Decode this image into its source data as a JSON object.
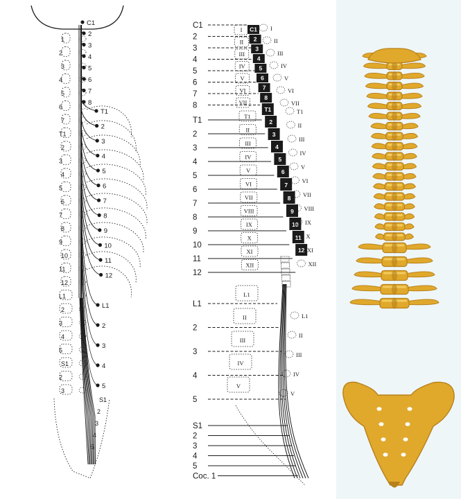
{
  "left_diagram": {
    "top_nerve": "C1",
    "cervical_nerves": [
      "2",
      "3",
      "4",
      "5",
      "6",
      "7",
      "8"
    ],
    "thoracic_nerves": [
      "T1",
      "2",
      "3",
      "4",
      "5",
      "6",
      "7",
      "8",
      "9",
      "10",
      "11",
      "12"
    ],
    "lumbar_nerves": [
      "L1",
      "2",
      "3",
      "4",
      "5"
    ],
    "sacral_nerves": [
      "S1",
      "2",
      "3",
      "4",
      "5"
    ],
    "left_vertebra_labels": [
      "1",
      "2",
      "3",
      "4",
      "5",
      "6",
      "7",
      "T1",
      "2",
      "3",
      "4",
      "5",
      "6",
      "7",
      "8",
      "9",
      "10",
      "11",
      "12",
      "L1",
      "2",
      "3",
      "4",
      "5",
      "S1",
      "2",
      "3"
    ]
  },
  "middle_diagram": {
    "nerve_labels": [
      "C1",
      "2",
      "3",
      "4",
      "5",
      "6",
      "7",
      "8",
      "T1",
      "2",
      "3",
      "4",
      "5",
      "6",
      "7",
      "8",
      "9",
      "10",
      "11",
      "12",
      "L1",
      "2",
      "3",
      "4",
      "5",
      "S1",
      "2",
      "3",
      "4",
      "5",
      "Coc. 1"
    ],
    "cord_segments": [
      "C1",
      "2",
      "3",
      "4",
      "5",
      "6",
      "7",
      "8",
      "T1",
      "2",
      "3",
      "4",
      "5",
      "6",
      "7",
      "8",
      "9",
      "10",
      "11",
      "12"
    ],
    "vertebral_bodies": [
      "I",
      "II",
      "III",
      "IV",
      "V",
      "VI",
      "VII",
      "T1",
      "II",
      "III",
      "IV",
      "V",
      "VI",
      "VII",
      "VIII",
      "IX",
      "X",
      "XI",
      "XII",
      "L1",
      "II",
      "III",
      "IV",
      "V"
    ],
    "spinous_processes": [
      "I",
      "II",
      "III",
      "IV",
      "V",
      "VI",
      "VII",
      "T1",
      "II",
      "III",
      "IV",
      "V",
      "VI",
      "VII",
      "VIII",
      "IX",
      "X",
      "XI",
      "XII",
      "L1",
      "II",
      "III",
      "IV",
      "V"
    ]
  },
  "colors": {
    "ink": "#1a1a1a",
    "bone": "#e0a92c",
    "bone_shadow": "#b8801a",
    "bone_highlight": "#f6d36b",
    "photo_background": "#eef6f8"
  }
}
